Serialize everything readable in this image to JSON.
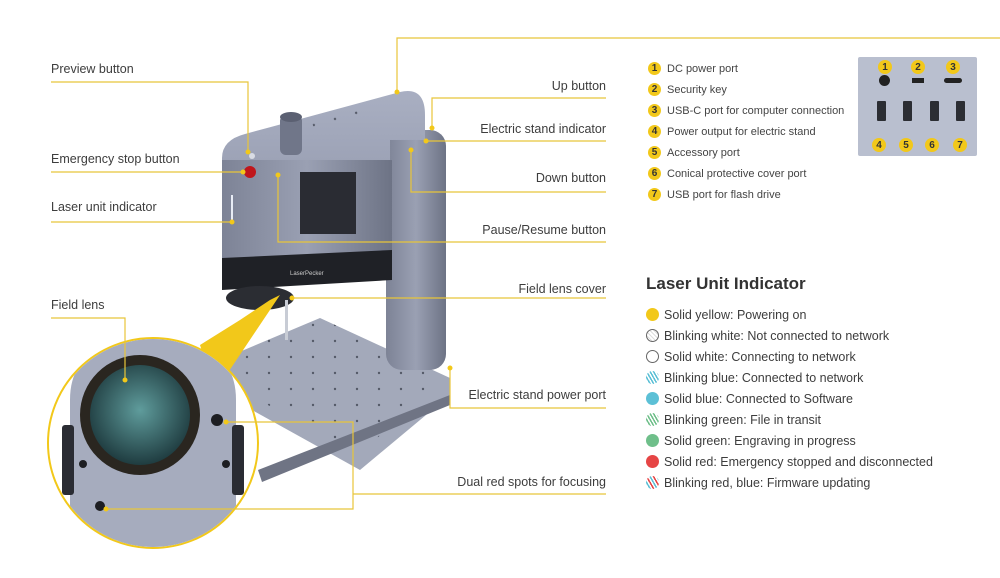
{
  "callouts_left": [
    {
      "id": "preview",
      "label": "Preview button"
    },
    {
      "id": "estop",
      "label": "Emergency stop button"
    },
    {
      "id": "laser-ind",
      "label": "Laser unit indicator"
    },
    {
      "id": "field-lens",
      "label": "Field lens"
    }
  ],
  "callouts_right": [
    {
      "id": "up",
      "label": "Up button"
    },
    {
      "id": "stand-ind",
      "label": "Electric stand indicator"
    },
    {
      "id": "down",
      "label": "Down button"
    },
    {
      "id": "pause",
      "label": "Pause/Resume button"
    },
    {
      "id": "lens-cover",
      "label": "Field lens cover"
    },
    {
      "id": "stand-power",
      "label": "Electric stand power port"
    },
    {
      "id": "red-spots",
      "label": "Dual red spots for focusing"
    }
  ],
  "brand_text": "LaserPecker",
  "ports": [
    {
      "n": "1",
      "label": "DC power port"
    },
    {
      "n": "2",
      "label": "Security key"
    },
    {
      "n": "3",
      "label": "USB-C port for computer connection"
    },
    {
      "n": "4",
      "label": "Power output for electric stand"
    },
    {
      "n": "5",
      "label": "Accessory port"
    },
    {
      "n": "6",
      "label": "Conical protective cover port"
    },
    {
      "n": "7",
      "label": "USB port for flash drive"
    }
  ],
  "legend": {
    "title": "Laser Unit Indicator",
    "items": [
      {
        "label": "Solid yellow: Powering on",
        "color": "#f2c81a",
        "style": "solid"
      },
      {
        "label": "Blinking white: Not connected to network",
        "color": "#ffffff",
        "style": "blink"
      },
      {
        "label": "Solid white: Connecting to network",
        "color": "#ffffff",
        "style": "solid"
      },
      {
        "label": "Blinking blue: Connected to network",
        "color": "#5cc0d6",
        "style": "blink"
      },
      {
        "label": "Solid blue: Connected to Software",
        "color": "#5cc0d6",
        "style": "solid"
      },
      {
        "label": "Blinking green: File in transit",
        "color": "#6fbf8a",
        "style": "blink"
      },
      {
        "label": "Solid green: Engraving in progress",
        "color": "#6fbf8a",
        "style": "solid"
      },
      {
        "label": "Solid red: Emergency stopped and disconnected",
        "color": "#e64545",
        "style": "solid"
      },
      {
        "label": "Blinking red, blue: Firmware updating",
        "color": "#e64545",
        "style": "blink-dual"
      }
    ]
  },
  "accent": "#e8c53a"
}
